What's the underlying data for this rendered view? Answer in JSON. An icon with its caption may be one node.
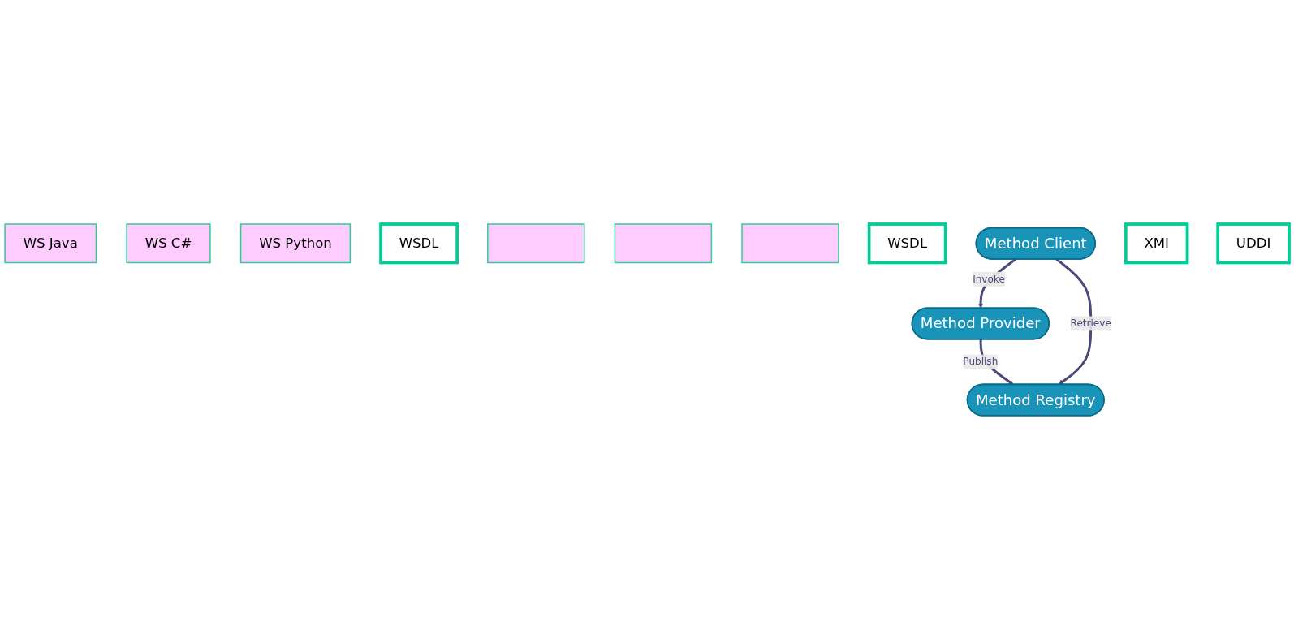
{
  "diagram": {
    "nodes": [
      {
        "text": [
          "WS Java"
        ]
      },
      {
        "text": [
          "WS C#"
        ]
      },
      {
        "text": [
          "WS Python"
        ]
      },
      {
        "text": [
          "WSDL"
        ]
      },
      {
        "text": [],
        "shape": "box"
      },
      {
        "text": [],
        "shape": "box"
      },
      {
        "text": [],
        "shape": "box"
      },
      {
        "text": [
          "Method Provider"
        ]
      },
      {
        "text": [
          "WSDL"
        ]
      },
      {
        "text": [
          "Method Registry"
        ]
      },
      {
        "text": [
          "Method Client"
        ]
      },
      {
        "text": [
          "XMI"
        ]
      },
      {
        "text": [
          "UDDI"
        ]
      }
    ],
    "edges": [
      {
        "from": 7,
        "to": 9,
        "arrow": "to",
        "label": "Publish"
      },
      {
        "from": 10,
        "to": 7,
        "arrow": "to",
        "label": "Invoke"
      },
      {
        "from": 10,
        "to": 9,
        "arrow": "to",
        "label": "Retrieve"
      }
    ]
  }
}
